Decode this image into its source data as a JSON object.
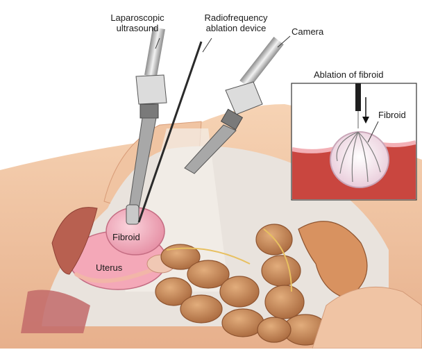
{
  "labels": {
    "ultrasound_line1": "Laparoscopic",
    "ultrasound_line2": "ultrasound",
    "rf_line1": "Radiofrequency",
    "rf_line2": "ablation device",
    "camera": "Camera",
    "inset_title": "Ablation of fibroid",
    "inset_fibroid": "Fibroid",
    "fibroid": "Fibroid",
    "uterus": "Uterus"
  },
  "colors": {
    "skin": "#f3c9a6",
    "skin_shadow": "#dca27e",
    "organ_pink": "#f6b3c0",
    "bowel": "#c98b5a",
    "bowel_dark": "#a8683c",
    "tissue_red": "#c9463f",
    "instrument_gray": "#9a9a9a",
    "cavity_gray": "#d9d4cf"
  }
}
